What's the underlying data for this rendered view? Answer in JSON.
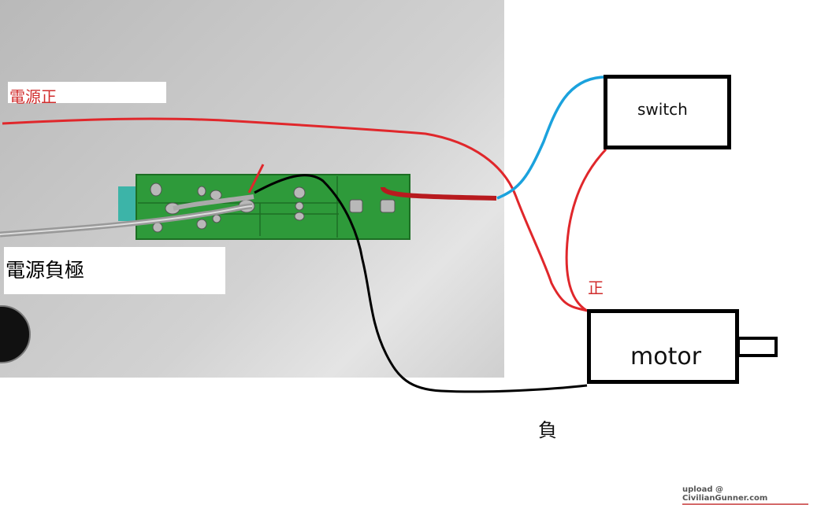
{
  "labels": {
    "power_positive": "電源正",
    "power_negative": "電源負極",
    "positive_mark": "正",
    "negative_mark": "負"
  },
  "components": {
    "switch": "switch",
    "motor": "motor"
  },
  "wires": [
    {
      "name": "power-positive-wire",
      "color": "#e0272b",
      "from": "power source",
      "to": "motor +"
    },
    {
      "name": "board-to-switch-wire",
      "color": "#1ba2dd",
      "from": "circuit board red lead",
      "to": "switch"
    },
    {
      "name": "switch-to-motor-wire",
      "color": "#e0272b",
      "from": "switch",
      "to": "motor +"
    },
    {
      "name": "negative-wire",
      "color": "#000000",
      "from": "circuit board",
      "to": "motor -"
    }
  ],
  "colors": {
    "positive": "#d12d2d",
    "wire_red": "#e0272b",
    "wire_blue": "#1ba2dd",
    "wire_black": "#000000",
    "pcb_green": "#2e9a3a"
  },
  "watermark": "upload @ CivilianGunner.com"
}
